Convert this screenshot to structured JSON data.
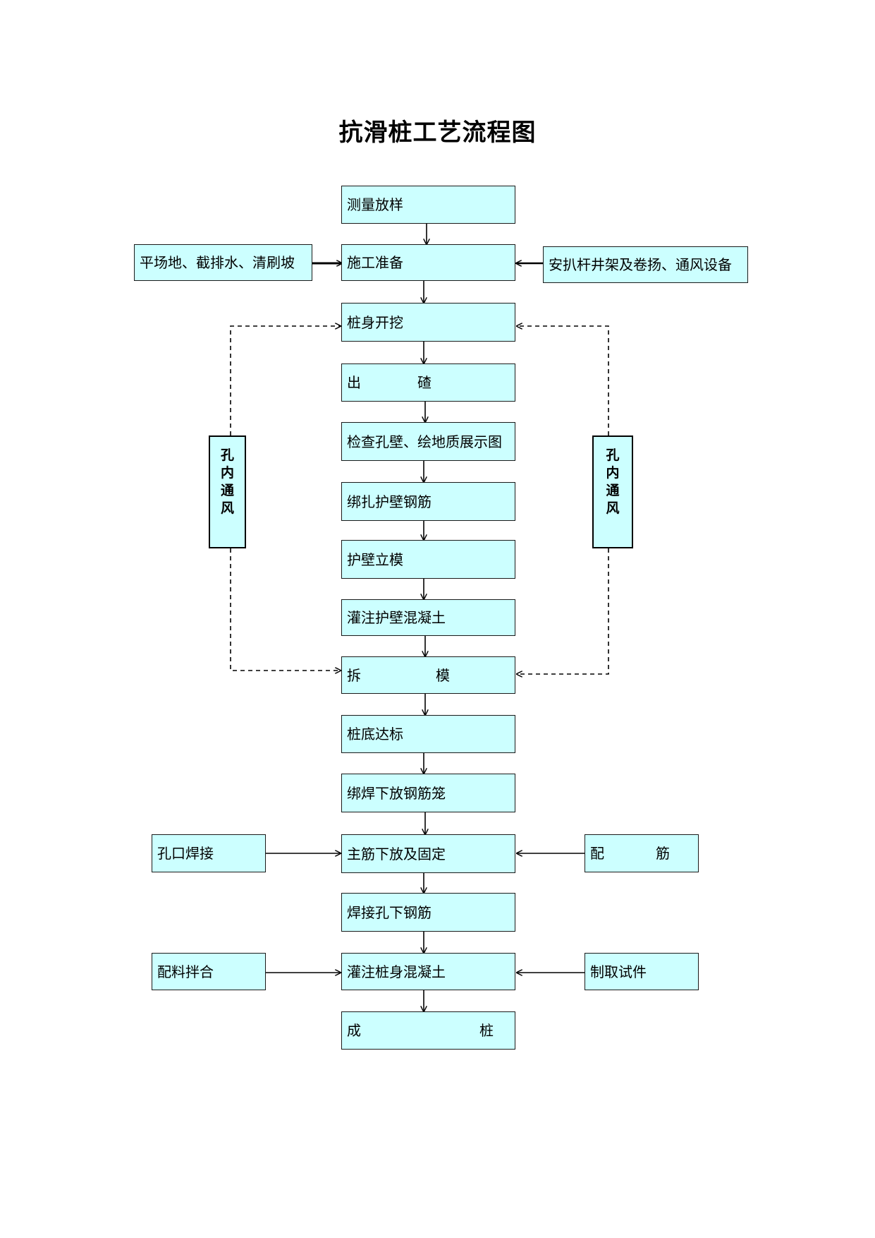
{
  "title": "抗滑桩工艺流程图",
  "steps": [
    {
      "label": "测量放样"
    },
    {
      "label": "施工准备"
    },
    {
      "label": "桩身开挖"
    },
    {
      "parts": [
        "出",
        "碴"
      ]
    },
    {
      "label": "检查孔壁、绘地质展示图"
    },
    {
      "label": "绑扎护壁钢筋"
    },
    {
      "label": "护壁立模"
    },
    {
      "label": "灌注护壁混凝土"
    },
    {
      "parts": [
        "拆",
        "模"
      ]
    },
    {
      "label": "桩底达标"
    },
    {
      "label": "绑焊下放钢筋笼"
    },
    {
      "label": "主筋下放及固定"
    },
    {
      "label": "焊接孔下钢筋"
    },
    {
      "label": "灌注桩身混凝土"
    },
    {
      "parts": [
        "成",
        "桩"
      ]
    }
  ],
  "side_inputs": {
    "left_prep": "平场地、截排水、清刷坡",
    "right_prep": "安扒杆井架及卷扬、通风设备",
    "left_rebar": "孔口焊接",
    "right_rebar": [
      "配",
      "筋"
    ],
    "left_concrete": "配料拌合",
    "right_concrete": "制取试件"
  },
  "ventilation": {
    "left": [
      "孔",
      "内",
      "通",
      "风"
    ],
    "right": [
      "孔",
      "内",
      "通",
      "风"
    ]
  },
  "colors": {
    "box_fill": "#ccffff",
    "line": "#000000"
  }
}
